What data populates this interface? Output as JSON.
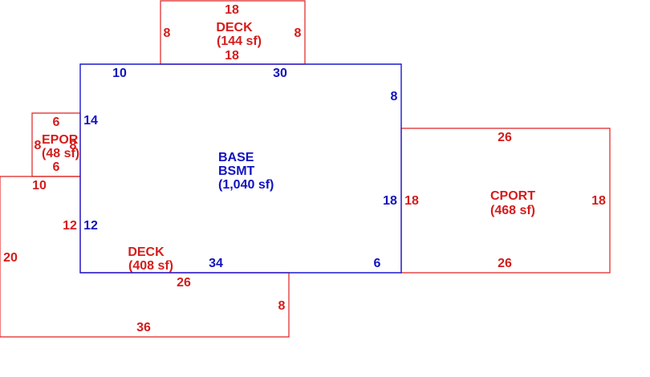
{
  "colors": {
    "base": "#1a1ad0",
    "addition": "#e02020",
    "background": "#ffffff"
  },
  "areas": {
    "base": {
      "name": "BASE",
      "name2": "BSMT",
      "area": "(1,040 sf)",
      "dims": {
        "top_left": "10",
        "top_right": "30",
        "right_upper": "8",
        "left_upper": "14",
        "left_lower": "12",
        "right_lower": "18",
        "bottom": "34",
        "bottom_right": "6"
      }
    },
    "deck_top": {
      "name": "DECK",
      "area": "(144 sf)",
      "dims": {
        "top": "18",
        "bottom": "18",
        "left": "8",
        "right": "8"
      }
    },
    "epor": {
      "name": "EPOR",
      "area": "(48 sf)",
      "dims": {
        "top": "6",
        "bottom": "6",
        "left": "8",
        "right": "8"
      }
    },
    "cport": {
      "name": "CPORT",
      "area": "(468 sf)",
      "dims": {
        "top": "26",
        "bottom": "26",
        "left": "18",
        "right": "18"
      }
    },
    "deck_bottom": {
      "name": "DECK",
      "area": "(408 sf)",
      "dims": {
        "top_left": "10",
        "left_outer": "20",
        "step_vertical": "12",
        "inner_bottom": "26",
        "right": "8",
        "bottom": "36"
      }
    }
  }
}
